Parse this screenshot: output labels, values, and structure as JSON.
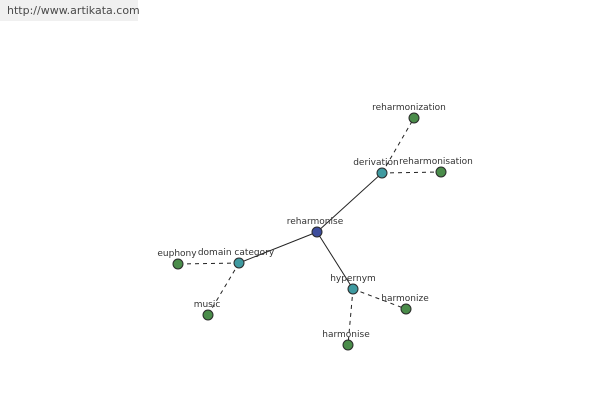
{
  "header": {
    "url": "http://www.artikata.com"
  },
  "colors": {
    "center": "#3d4d9c",
    "relation": "#3f9aa0",
    "leaf": "#4a8c4a"
  },
  "nodes": {
    "reharmonise": "reharmonise",
    "derivation": "derivation",
    "reharmonization": "reharmonization",
    "reharmonisation": "reharmonisation",
    "domain_category": "domain category",
    "euphony": "euphony",
    "music": "music",
    "hypernym": "hypernym",
    "harmonize": "harmonize",
    "harmonise": "harmonise"
  }
}
